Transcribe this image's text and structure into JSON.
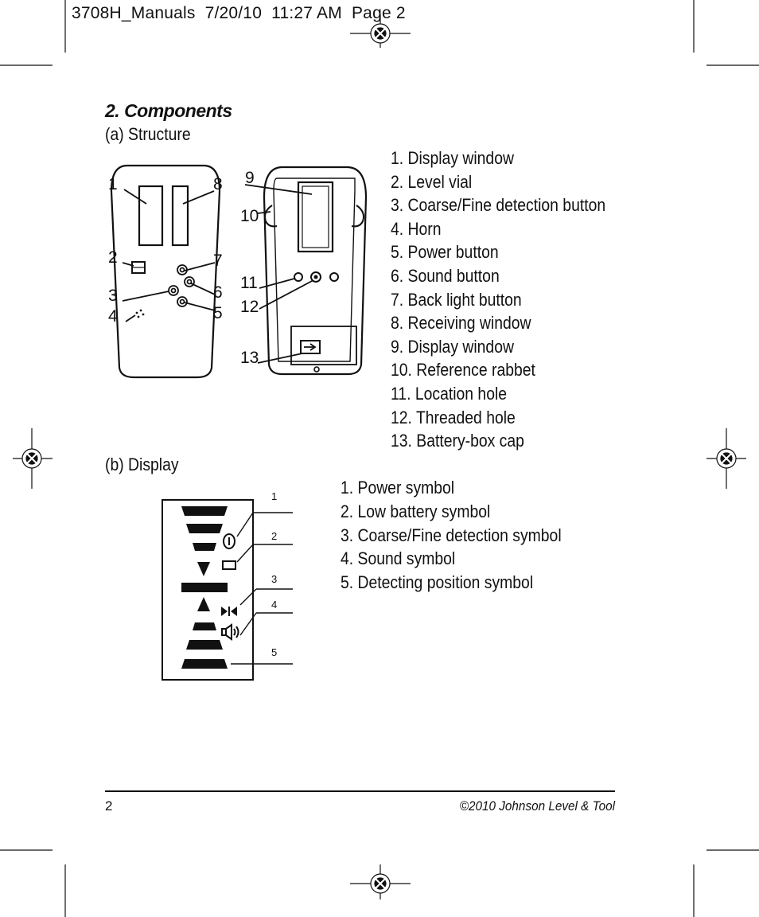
{
  "slug_line": "3708H_Manuals  7/20/10  11:27 AM  Page 2",
  "section_title": "2. Components",
  "structure": {
    "heading": "(a) Structure",
    "callouts": [
      "1",
      "2",
      "3",
      "4",
      "5",
      "6",
      "7",
      "8",
      "9",
      "10",
      "11",
      "12",
      "13"
    ],
    "items": [
      "1. Display window",
      "2. Level vial",
      "3. Coarse/Fine detection button",
      "4. Horn",
      "5. Power button",
      "6. Sound button",
      "7. Back light button",
      "8. Receiving window",
      "9. Display window",
      "10. Reference rabbet",
      "11. Location hole",
      "12. Threaded hole",
      "13. Battery-box cap"
    ]
  },
  "display": {
    "heading": "(b) Display",
    "callouts": [
      "1",
      "2",
      "3",
      "4",
      "5"
    ],
    "items": [
      "1. Power symbol",
      "2. Low battery symbol",
      "3. Coarse/Fine detection symbol",
      "4. Sound symbol",
      "5. Detecting position symbol"
    ]
  },
  "footer": {
    "page_number": "2",
    "copyright": "©2010 Johnson Level & Tool"
  }
}
